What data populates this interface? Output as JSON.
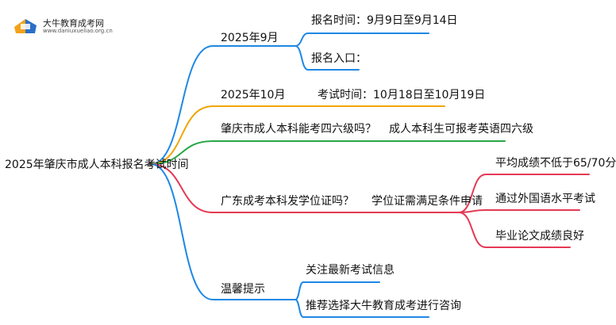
{
  "logo": {
    "title": "大牛教育成考网",
    "url": "www.daniuxueliao.org.cn",
    "colors": {
      "badge_left": "#f2a21a",
      "badge_right": "#2a6fc8"
    }
  },
  "root": {
    "label": "2025年肇庆市成人本科报名考试时间"
  },
  "branches": [
    {
      "label": "2025年9月",
      "color": "#1e88e5",
      "children": [
        {
          "label": "报名时间：9月9日至9月14日"
        },
        {
          "label": "报名入口："
        }
      ]
    },
    {
      "label": "2025年10月",
      "color": "#f0a500",
      "children": [
        {
          "label": "考试时间：10月18日至10月19日"
        }
      ]
    },
    {
      "label": "肇庆市成人本科能考四六级吗？",
      "color": "#28a745",
      "children": [
        {
          "label": "成人本科生可报考英语四六级"
        }
      ]
    },
    {
      "label": "广东成考本科发学位证吗？",
      "color": "#e53955",
      "children": [
        {
          "label": "学位证需满足条件申请",
          "children": [
            {
              "label": "平均成绩不低于65/70分"
            },
            {
              "label": "通过外国语水平考试"
            },
            {
              "label": "毕业论文成绩良好"
            }
          ]
        }
      ]
    },
    {
      "label": "温馨提示",
      "color": "#1e88e5",
      "children": [
        {
          "label": "关注最新考试信息"
        },
        {
          "label": "推荐选择大牛教育成考进行咨询"
        }
      ]
    }
  ]
}
